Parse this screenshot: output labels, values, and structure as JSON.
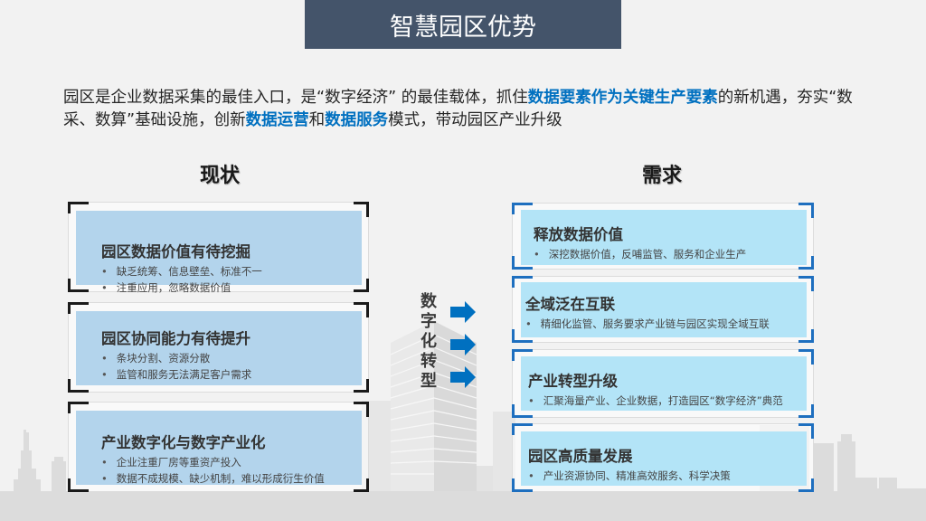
{
  "header": {
    "title": "智慧园区优势"
  },
  "intro": {
    "seg1": "园区是企业数据采集的最佳入口，是“数字经济” 的最佳载体，抓住",
    "hl1": "数据要素作为关键生产要素",
    "seg2": "的新机遇，夯实“数采、数算”基础设施，创新",
    "hl2": "数据运营",
    "seg3": "和",
    "hl3": "数据服务",
    "seg4": "模式，带动园区产业升级"
  },
  "colors": {
    "title_bg": "#44546a",
    "highlight": "#0070c0",
    "arrow": "#0070c0",
    "left_card": "#b3d4ec",
    "right_card": "#b3e4f7"
  },
  "current": {
    "heading": "现状",
    "cards": [
      {
        "title": "园区数据价值有待挖掘",
        "bullets": [
          "缺乏统筹、信息壁垒、标准不一",
          "注重应用，忽略数据价值"
        ]
      },
      {
        "title": "园区协同能力有待提升",
        "bullets": [
          "条块分割、资源分散",
          "监管和服务无法满足客户需求"
        ]
      },
      {
        "title": "产业数字化与数字产业化",
        "bullets": [
          "企业注重厂房等重资产投入",
          "数据不成规模、缺少机制，难以形成衍生价值"
        ]
      }
    ]
  },
  "transition": {
    "label": [
      "数",
      "字",
      "化",
      "转",
      "型"
    ],
    "arrow_icon": "right-arrow-icon"
  },
  "needs": {
    "heading": "需求",
    "cards": [
      {
        "title": "释放数据价值",
        "bullets": [
          "深挖数据价值，反哺监管、服务和企业生产"
        ]
      },
      {
        "title": "全域泛在互联",
        "bullets": [
          "精细化监管、服务要求产业链与园区实现全域互联"
        ]
      },
      {
        "title": "产业转型升级",
        "bullets": [
          "汇聚海量产业、企业数据，打造园区“数字经济”典范"
        ]
      },
      {
        "title": "园区高质量发展",
        "bullets": [
          "产业资源协同、精准高效服务、科学决策"
        ]
      }
    ]
  }
}
